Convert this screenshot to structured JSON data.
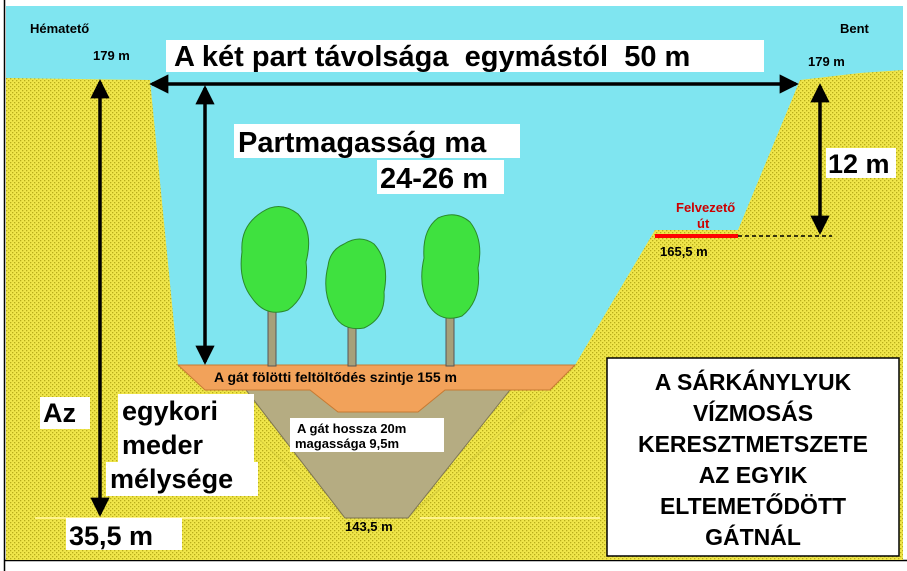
{
  "labels": {
    "left_bank_name": "Hématető",
    "right_bank_name": "Bent",
    "left_elevation": "179 m",
    "right_elevation": "179 m",
    "distance": "A két part távolsága  egymástól  50 m",
    "bank_height_line1": "Partmagasság ma",
    "bank_height_line2": "24-26 m",
    "drop_right": "12 m",
    "road_line1": "Felvezető",
    "road_line2": "út",
    "road_elevation": "165,5 m",
    "fill_level": "A gát fölötti feltöltődés szintje 155 m",
    "dam_line1": "A gát hossza 20m",
    "dam_line2": "magassága 9,5m",
    "bed_elevation": "143,5 m",
    "depth_line1": "Az",
    "depth_line2": "egykori",
    "depth_line3": "meder",
    "depth_line4": "mélysége",
    "depth_value": "35,5 m"
  },
  "title_lines": [
    "A SÁRKÁNYLYUK",
    "VÍZMOSÁS",
    "KERESZTMETSZETE",
    "AZ EGYIK",
    "ELTEMETŐDÖTT",
    "GÁTNÁL"
  ],
  "colors": {
    "sky": "#7fe5f0",
    "ground": "#f0e64a",
    "ground_dot": "#b8ad1a",
    "sediment": "#f2a25a",
    "dam": "#b5ac82",
    "tree_foliage": "#3fe13f",
    "trunk": "#a6a07a",
    "road": "#ff0000",
    "arrow": "#000000"
  }
}
